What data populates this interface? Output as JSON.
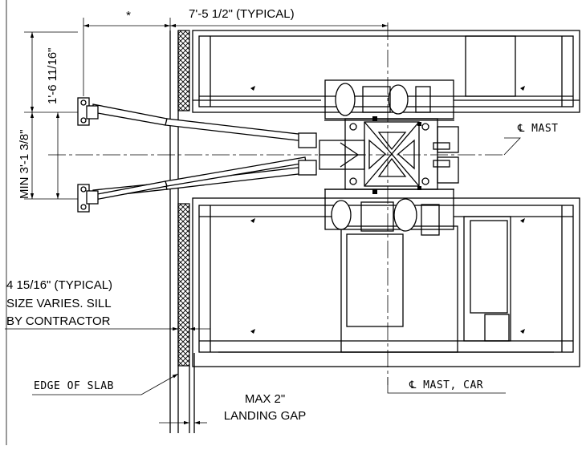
{
  "labels": {
    "star_dim": "*",
    "typical_width": "7'-5 1/2\" (TYPICAL)",
    "bracket_offset": "1'-6 11/16\"",
    "min_spacing": "MIN 3'-1 3/8\"",
    "mast_cl": "℄ MAST",
    "sill_line1": "4 15/16\" (TYPICAL)",
    "sill_line2": "SIZE VARIES. SILL",
    "sill_line3": "BY CONTRACTOR",
    "edge_of_slab": "EDGE OF SLAB",
    "mast_car_cl": "℄ MAST, CAR",
    "gap_line1": "MAX 2\"",
    "gap_line2": "LANDING GAP"
  }
}
